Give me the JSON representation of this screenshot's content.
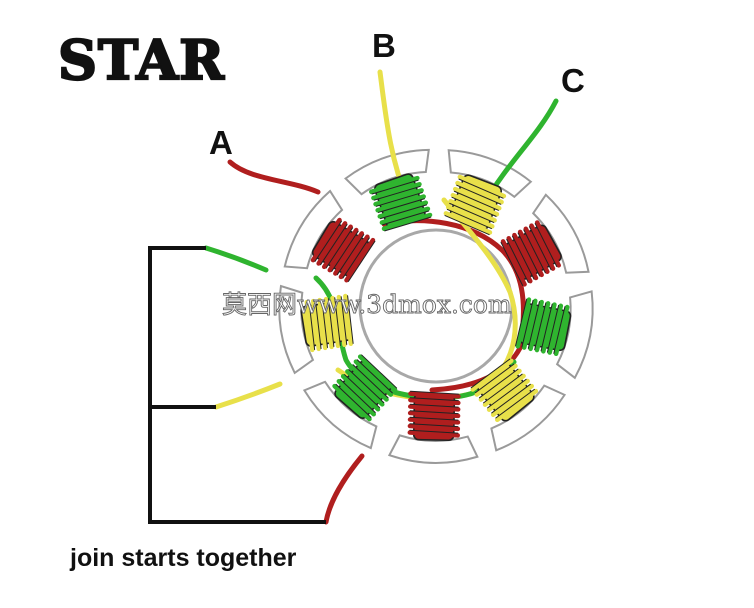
{
  "title": "STAR",
  "caption": "join starts together",
  "watermark": "莫西网www.3dmox.com",
  "phases": [
    {
      "id": "A",
      "label": "A",
      "color": "#b01e1e"
    },
    {
      "id": "B",
      "label": "B",
      "color": "#e8e04a"
    },
    {
      "id": "C",
      "label": "C",
      "color": "#2fb42f"
    }
  ],
  "stator": {
    "slots": 9,
    "coil_phase_order": [
      "A",
      "B",
      "C",
      "A",
      "B",
      "C",
      "A",
      "B",
      "C"
    ]
  },
  "colors": {
    "coil_outline": "#222222",
    "join_wire": "#111111",
    "tooth_outline": "#9a9a9a",
    "rotor_outline": "#a8a8a8"
  }
}
